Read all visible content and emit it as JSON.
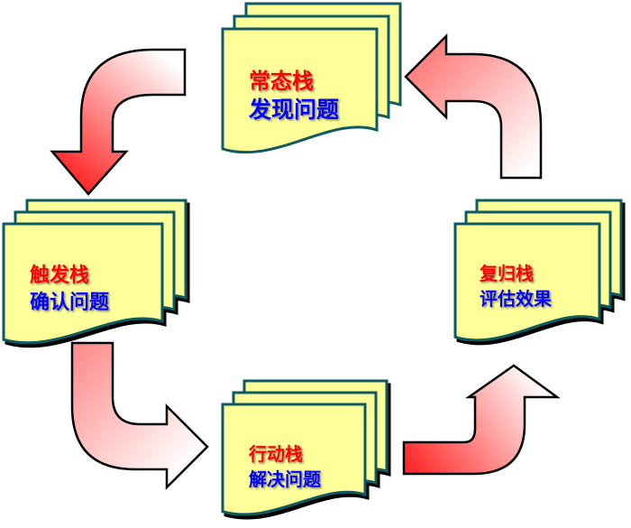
{
  "colors": {
    "doc_fill": "#ffff99",
    "doc_stroke": "#0f5a64",
    "title": "#ff0000",
    "subtitle": "#0000ff",
    "arrow_red": "#ff2a2a"
  },
  "stages": {
    "normal": {
      "title": "常态栈",
      "subtitle": "发现问题"
    },
    "trigger": {
      "title": "触发栈",
      "subtitle": "确认问题"
    },
    "action": {
      "title": "行动栈",
      "subtitle": "解决问题"
    },
    "recovery": {
      "title": "复归栈",
      "subtitle": "评估效果"
    }
  }
}
